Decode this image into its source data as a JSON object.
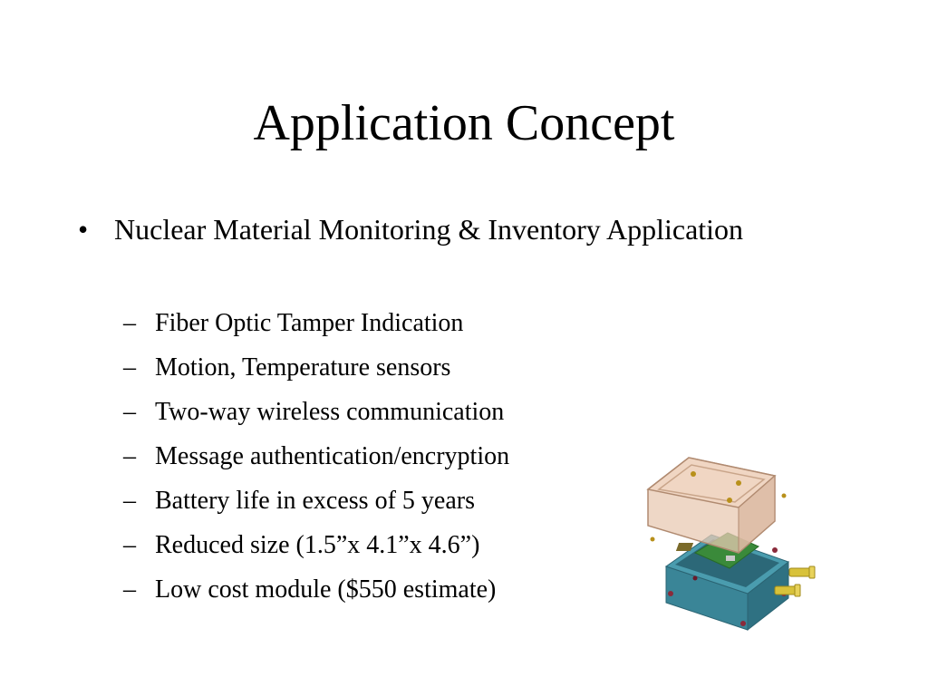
{
  "slide": {
    "title": "Application Concept",
    "bullet": {
      "marker": "•",
      "text": "Nuclear Material Monitoring & Inventory Application"
    },
    "sub_marker": "–",
    "sub_items": [
      "Fiber Optic Tamper Indication",
      "Motion, Temperature sensors",
      "Two-way wireless communication",
      "Message authentication/encryption",
      "Battery life in excess of 5 years",
      "Reduced size (1.5”x 4.1”x 4.6”)",
      "Low cost module ($550 estimate)"
    ]
  },
  "colors": {
    "background": "#ffffff",
    "text": "#000000",
    "enclosure_base": "#3f8fa0",
    "enclosure_lid": "#e8c9b3",
    "circuit_board": "#3a8a3a",
    "connector": "#d8c23a"
  },
  "icons": {
    "device_illustration": "sensor-enclosure-icon"
  }
}
